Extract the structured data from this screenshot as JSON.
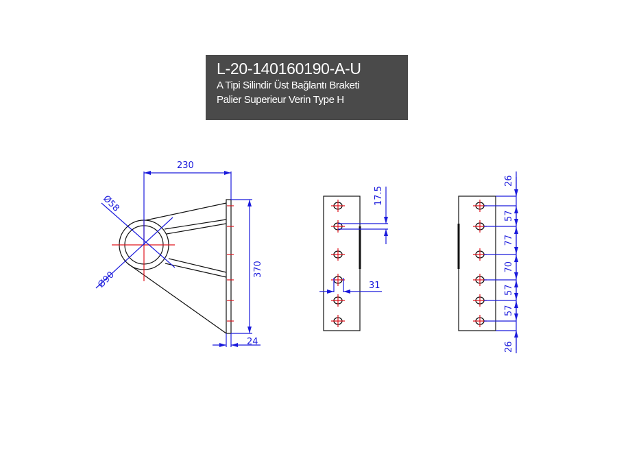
{
  "title_block": {
    "code": "L-20-140160190-A-U",
    "name_tr": "A Tipi Silindir Üst Bağlantı Braketi",
    "name_fr": "Palier Superieur Verin Type H"
  },
  "side_view": {
    "dims": {
      "width": "230",
      "height": "370",
      "plate": "24",
      "inner_dia": "Ø58",
      "outer_dia": "Ø90"
    }
  },
  "front_view": {
    "dims": {
      "slot": "17.5",
      "hole_offset": "31"
    }
  },
  "hole_view": {
    "dims": [
      "26",
      "57",
      "77",
      "70",
      "57",
      "57",
      "26"
    ]
  },
  "colors": {
    "dimension": "#1a1adc",
    "centerline": "#e0141e",
    "outline": "#111111",
    "title_bg": "#4a4a4a"
  }
}
